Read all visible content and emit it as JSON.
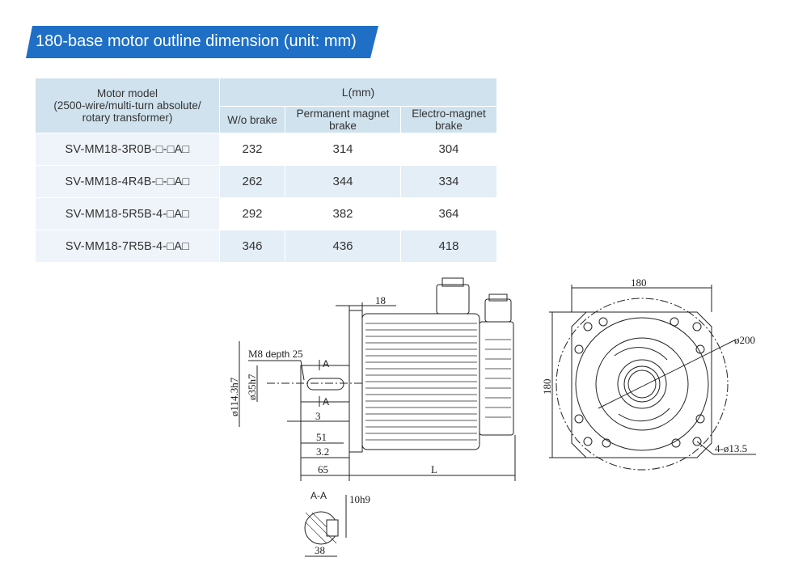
{
  "banner": {
    "title": "180-base motor outline dimension (unit: mm)",
    "color": "#1f6fc6"
  },
  "table": {
    "header_model": "Motor model\n(2500-wire/multi-turn absolute/\nrotary transformer)",
    "header_l": "L(mm)",
    "header_wo": "W/o brake",
    "header_pm": "Permanent magnet\nbrake",
    "header_em": "Electro-magnet\nbrake",
    "rows": [
      {
        "model": "SV-MM18-3R0B-□-□A□",
        "wo": "232",
        "pm": "314",
        "em": "304"
      },
      {
        "model": "SV-MM18-4R4B-□-□A□",
        "wo": "262",
        "pm": "344",
        "em": "334"
      },
      {
        "model": "SV-MM18-5R5B-4-□A□",
        "wo": "292",
        "pm": "382",
        "em": "364"
      },
      {
        "model": "SV-MM18-7R5B-4-□A□",
        "wo": "346",
        "pm": "436",
        "em": "418"
      }
    ]
  },
  "drawing": {
    "dim_18": "18",
    "m8_prefix": "M8",
    "m8_depth": "depth",
    "m8_value": "25",
    "section_a_top": "A",
    "section_a_bottom": "A",
    "dia_114": "ø114.3h7",
    "dia_35": "ø35h7",
    "dim_3": "3",
    "dim_51": "51",
    "dim_3_2": "3.2",
    "dim_65": "65",
    "dim_L": "L",
    "section_label": "A-A",
    "key_10h9": "10h9",
    "dim_38": "38",
    "dim_180_top": "180",
    "dim_180_side": "180",
    "dia_200": "ø200",
    "holes": "4-ø13.5"
  }
}
